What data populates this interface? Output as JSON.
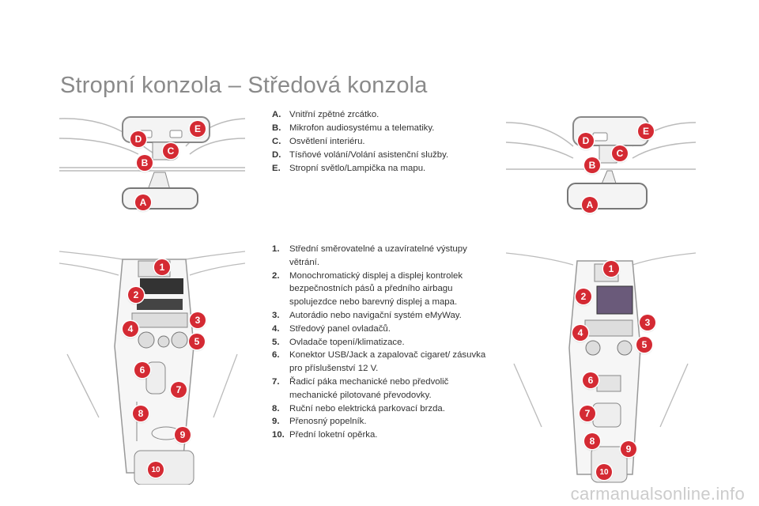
{
  "title": "Stropní konzola – Středová konzola",
  "ceiling_items": [
    {
      "key": "A.",
      "text": "Vnitřní zpětné zrcátko."
    },
    {
      "key": "B.",
      "text": "Mikrofon audiosystému a telematiky."
    },
    {
      "key": "C.",
      "text": "Osvětlení interiéru."
    },
    {
      "key": "D.",
      "text": "Tísňové volání/Volání asistenční služby."
    },
    {
      "key": "E.",
      "text": "Stropní světlo/Lampička na mapu."
    }
  ],
  "console_items": [
    {
      "key": "1.",
      "text": "Střední směrovatelné a uzavíratelné výstupy větrání."
    },
    {
      "key": "2.",
      "text": "Monochromatický displej a displej kontrolek bezpečnostních pásů a předního airbagu spolujezdce nebo barevný displej a mapa."
    },
    {
      "key": "3.",
      "text": "Autorádio nebo navigační systém eMyWay."
    },
    {
      "key": "4.",
      "text": "Středový panel ovladačů."
    },
    {
      "key": "5.",
      "text": "Ovladače topení/klimatizace."
    },
    {
      "key": "6.",
      "text": "Konektor USB/Jack a zapalovač cigaret/ zásuvka pro příslušenství 12 V."
    },
    {
      "key": "7.",
      "text": "Řadicí páka mechanické nebo předvolič mechanické pilotované převodovky."
    },
    {
      "key": "8.",
      "text": "Ruční nebo elektrická parkovací brzda."
    },
    {
      "key": "9.",
      "text": "Přenosný popelník."
    },
    {
      "key": "10.",
      "text": "Přední loketní opěrka."
    }
  ],
  "ceiling_badges": [
    "A",
    "B",
    "C",
    "D",
    "E"
  ],
  "console_badges": [
    "1",
    "2",
    "3",
    "4",
    "5",
    "6",
    "7",
    "8",
    "9",
    "10"
  ],
  "watermark": "carmanualsonline.info",
  "colors": {
    "badge": "#d42a33",
    "title": "#8a8a8a"
  }
}
